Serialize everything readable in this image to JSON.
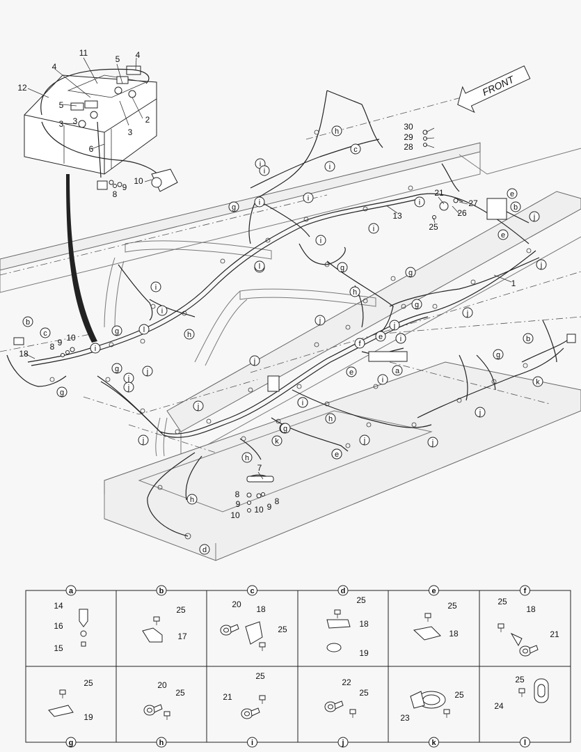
{
  "front_label": "FRONT",
  "panels": [
    {
      "letter": "a",
      "callouts": [
        "14",
        "16",
        "15"
      ]
    },
    {
      "letter": "b",
      "callouts": [
        "25",
        "17"
      ]
    },
    {
      "letter": "c",
      "callouts": [
        "20",
        "18",
        "25"
      ]
    },
    {
      "letter": "d",
      "callouts": [
        "25",
        "18",
        "19"
      ]
    },
    {
      "letter": "e",
      "callouts": [
        "25",
        "18"
      ]
    },
    {
      "letter": "f",
      "callouts": [
        "25",
        "18",
        "21"
      ]
    },
    {
      "letter": "g",
      "callouts": [
        "25",
        "19"
      ]
    },
    {
      "letter": "h",
      "callouts": [
        "20",
        "25"
      ]
    },
    {
      "letter": "i",
      "callouts": [
        "25",
        "21"
      ]
    },
    {
      "letter": "j",
      "callouts": [
        "22",
        "25"
      ]
    },
    {
      "letter": "k",
      "callouts": [
        "25",
        "23"
      ]
    },
    {
      "letter": "l",
      "callouts": [
        "25",
        "24"
      ]
    }
  ],
  "labels": [
    "11",
    "4",
    "5",
    "4",
    "12",
    "5",
    "3",
    "2",
    "3",
    "3",
    "6",
    "10",
    "9",
    "8",
    "30",
    "29",
    "28",
    "21",
    "27",
    "26",
    "25",
    "13",
    "1",
    "18",
    "8",
    "9",
    "10",
    "7",
    "8",
    "9",
    "10",
    "8",
    "9",
    "10"
  ],
  "circle_letters": [
    "h",
    "c",
    "i",
    "i",
    "i",
    "i",
    "i",
    "g",
    "i",
    "i",
    "i",
    "i",
    "i",
    "g",
    "i",
    "e",
    "b",
    "e",
    "j",
    "j",
    "j",
    "g",
    "g",
    "l",
    "h",
    "g",
    "j",
    "b",
    "c",
    "g",
    "i",
    "l",
    "h",
    "g",
    "j",
    "j",
    "j",
    "j",
    "j",
    "f",
    "e",
    "i",
    "a",
    "e",
    "i",
    "i",
    "j",
    "h",
    "g",
    "e",
    "k",
    "j",
    "h",
    "d",
    "b",
    "k",
    "j",
    "j",
    "e",
    "h",
    "g",
    "j",
    "i",
    "g",
    "i"
  ]
}
